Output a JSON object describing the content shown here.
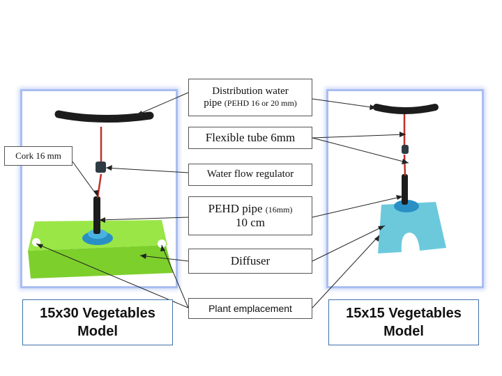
{
  "labels": {
    "distribution_line1": "Distribution water",
    "distribution_line2": "pipe",
    "distribution_detail": "(PEHD 16 or 20 mm)",
    "flexible_tube": "Flexible tube 6mm",
    "water_flow_regulator": "Water flow regulator",
    "pehd_pipe": "PEHD pipe",
    "pehd_detail": "(16mm)",
    "pehd_length": "10 cm",
    "diffuser": "Diffuser",
    "plant_emplacement": "Plant emplacement",
    "cork": "Cork 16 mm"
  },
  "models": {
    "left_line1": "15x30 Vegetables",
    "left_line2": "Model",
    "right_line1": "15x15 Vegetables",
    "right_line2": "Model"
  },
  "colors": {
    "frame": "#a9bdf0",
    "model_border": "#3f6fa8",
    "diffuser_green": "#8fe03a",
    "diffuser_blue": "#6cc9dc",
    "tube_red": "#c0302a",
    "pipe_black": "#1c1c1c",
    "fitting_blue": "#2a8fc4"
  }
}
